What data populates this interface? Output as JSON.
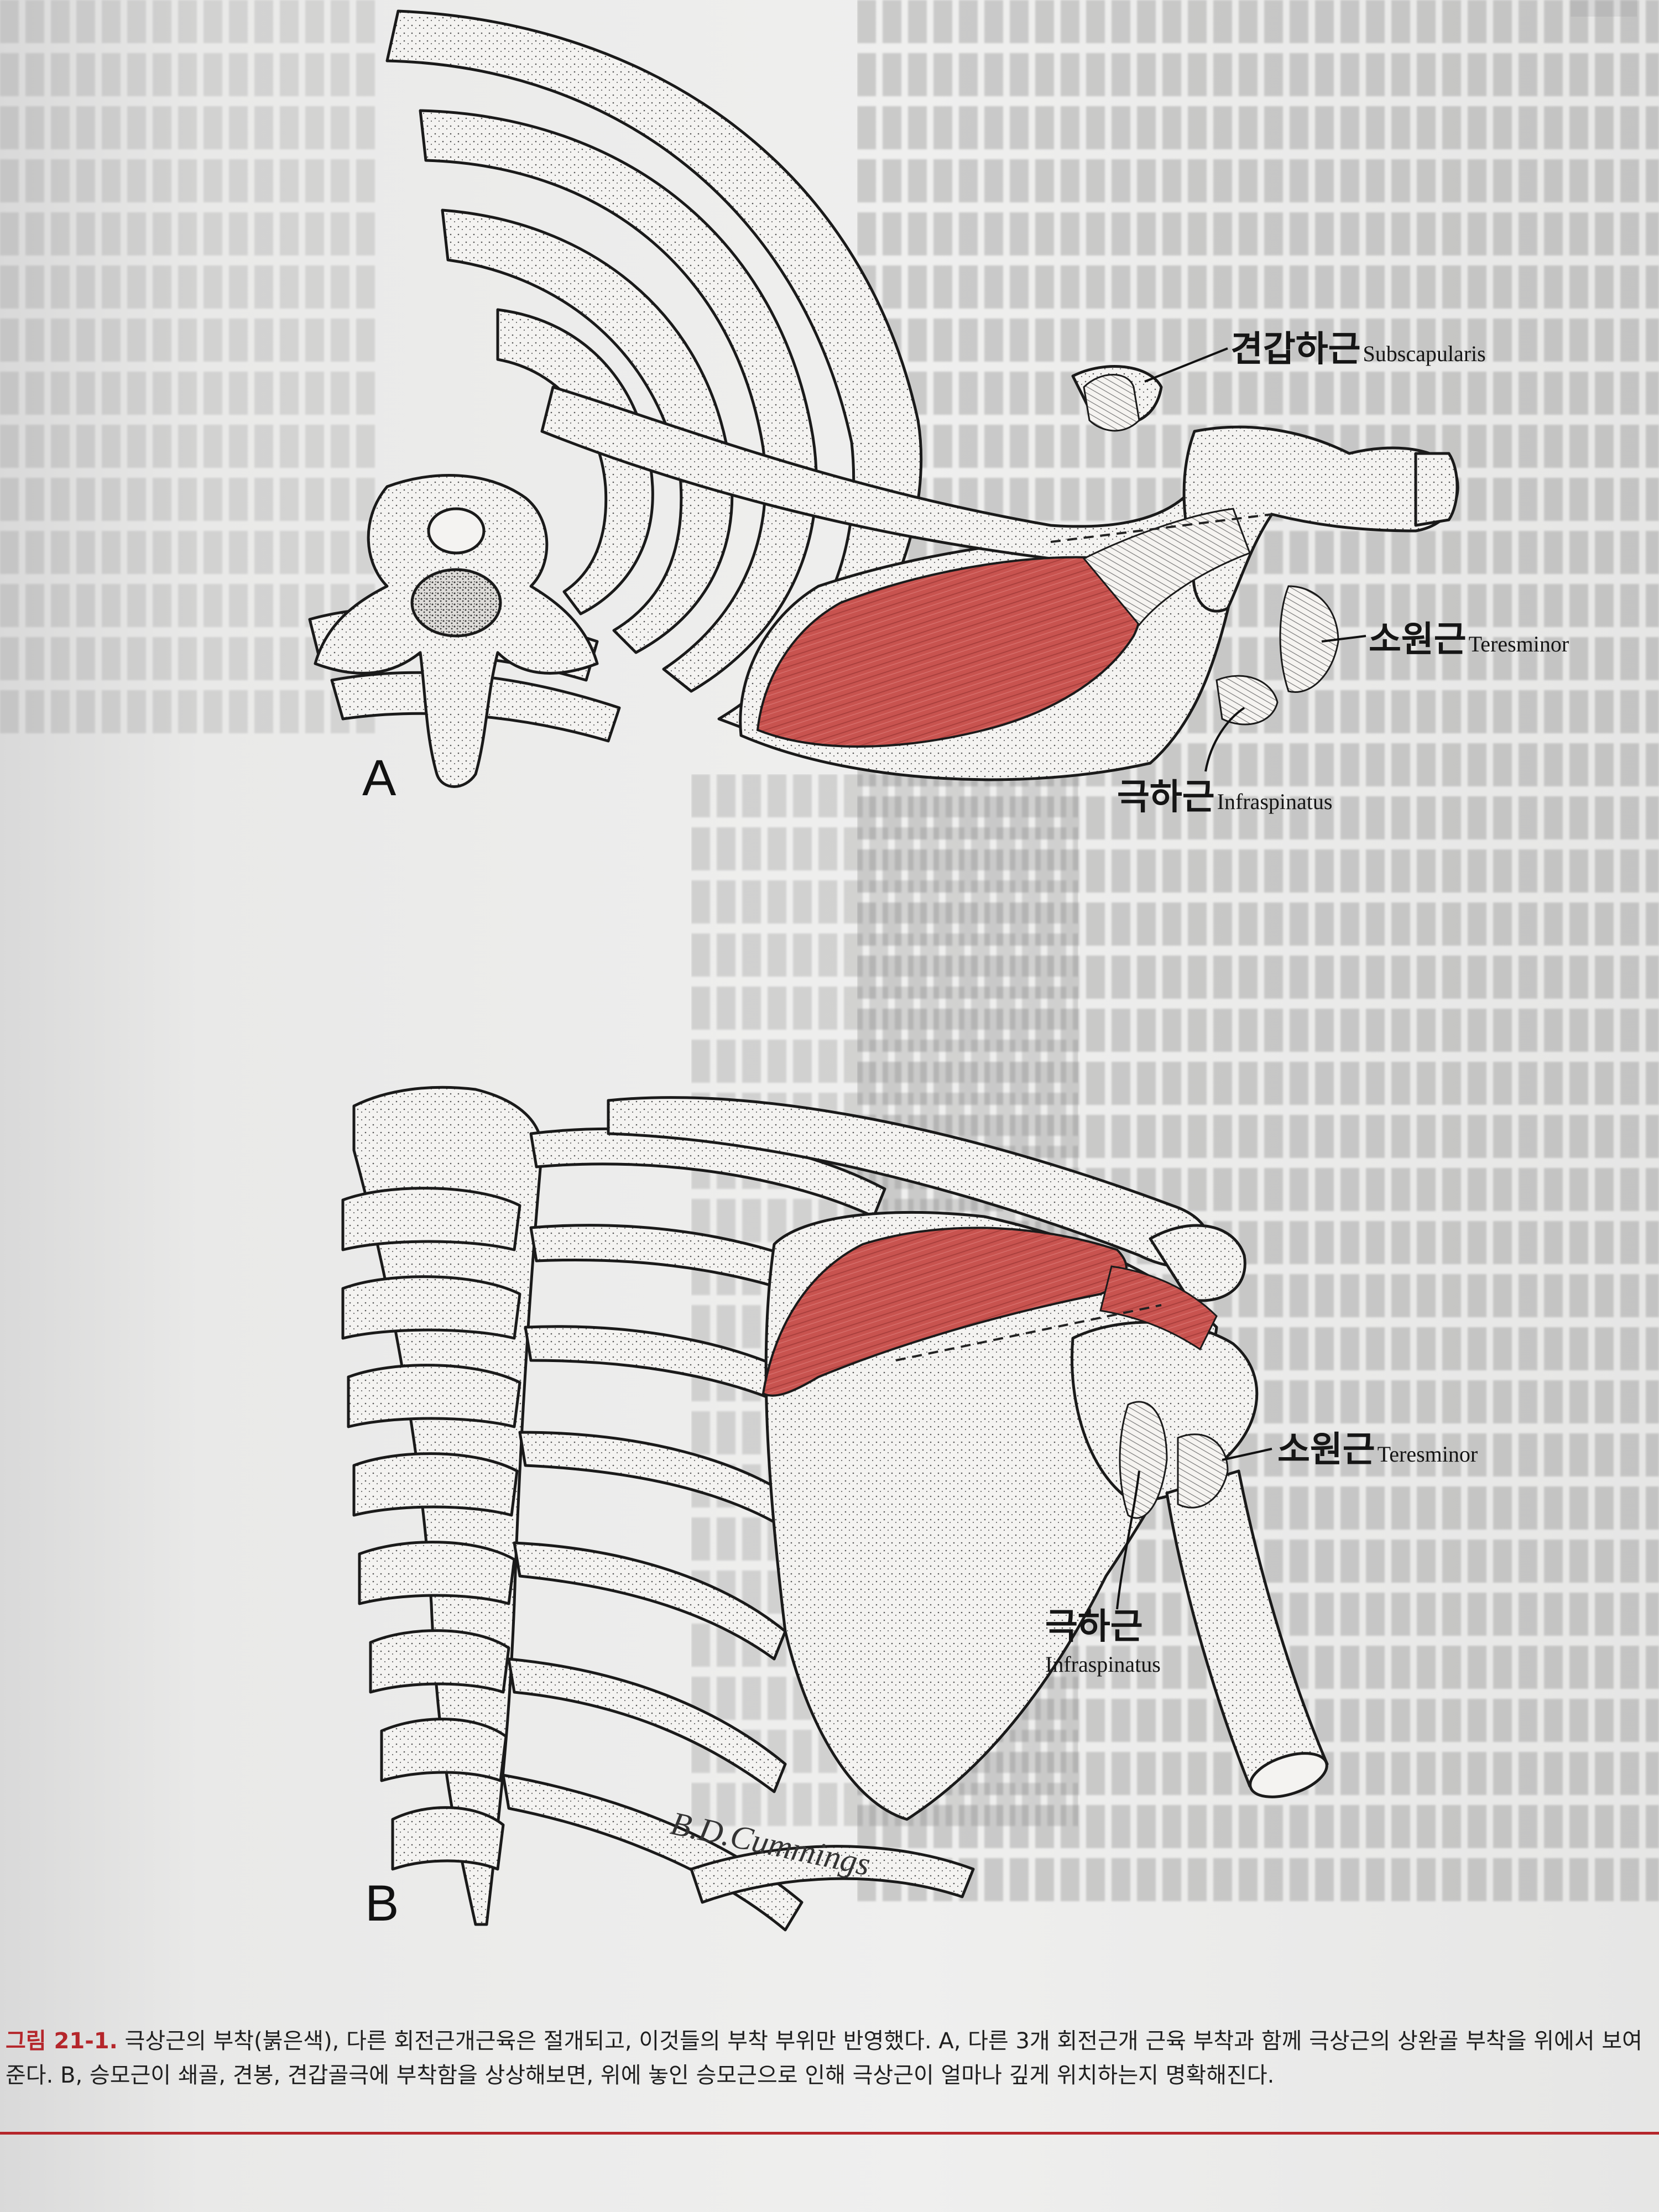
{
  "figure": {
    "panel_a": {
      "letter": "A",
      "labels": {
        "subscapularis_ko": "견갑하근",
        "subscapularis_en": "Subscapularis",
        "teres_minor_ko": "소원근",
        "teres_minor_en": "Teresminor",
        "infraspinatus_ko": "극하근",
        "infraspinatus_en": "Infraspinatus"
      }
    },
    "panel_b": {
      "letter": "B",
      "labels": {
        "teres_minor_ko": "소원근",
        "teres_minor_en": "Teresminor",
        "infraspinatus_ko": "극하근",
        "infraspinatus_en": "Infraspinatus"
      },
      "signature": "B.D.Cummings"
    },
    "muscle_color": "#c8534f"
  },
  "caption": {
    "figure_number": "그림 21-1.",
    "text": "극상근의 부착(붉은색), 다른 회전근개근육은 절개되고, 이것들의 부착 부위만 반영했다. A, 다른 3개 회전근개 근육 부착과 함께 극상근의 상완골 부착을 위에서 보여준다. B, 승모근이 쇄골, 견봉, 견갑골극에 부착함을 상상해보면, 위에 놓인 승모근으로 인해 극상근이 얼마나 깊게 위치하는지 명확해진다."
  }
}
